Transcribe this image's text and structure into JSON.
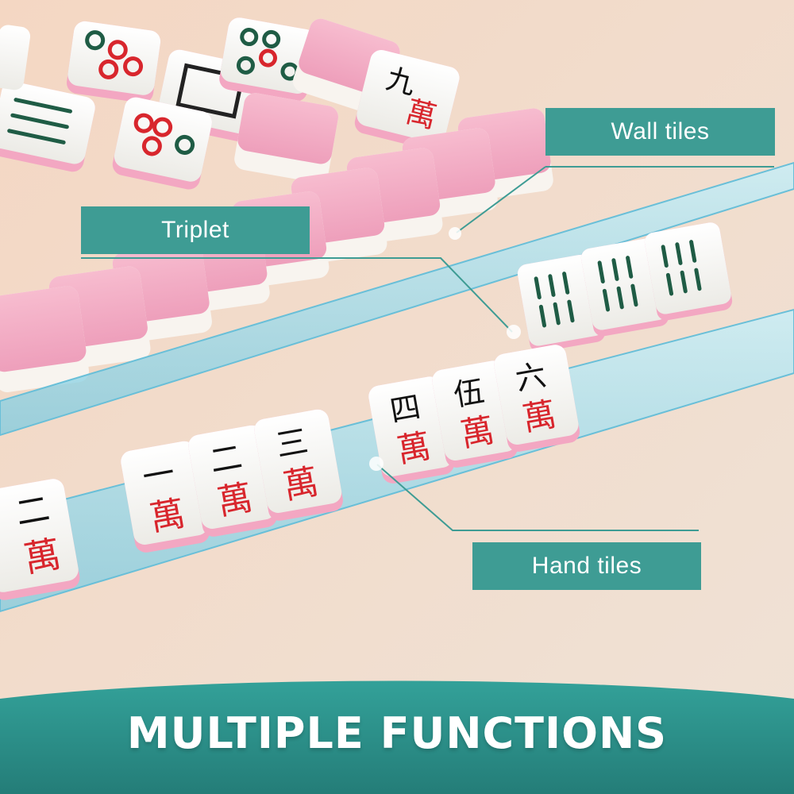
{
  "callouts": {
    "wall_tiles": "Wall tiles",
    "triplet": "Triplet",
    "hand_tiles": "Hand tiles"
  },
  "banner": {
    "title": "MULTIPLE FUNCTIONS"
  },
  "tile_characters": {
    "wan": "萬",
    "nine": "九",
    "one": "一",
    "two": "二",
    "three": "三",
    "four": "四",
    "five": "伍",
    "six": "六"
  },
  "colors": {
    "accent_teal": "#3e9c94",
    "tile_back_pink": "#f2a8c2",
    "tile_face_white": "#fbfbf8",
    "tile_red": "#d8262d",
    "tile_green": "#1f5c45",
    "rack_blue": "#9fd9ea",
    "tabletop": "#f2dccb"
  }
}
